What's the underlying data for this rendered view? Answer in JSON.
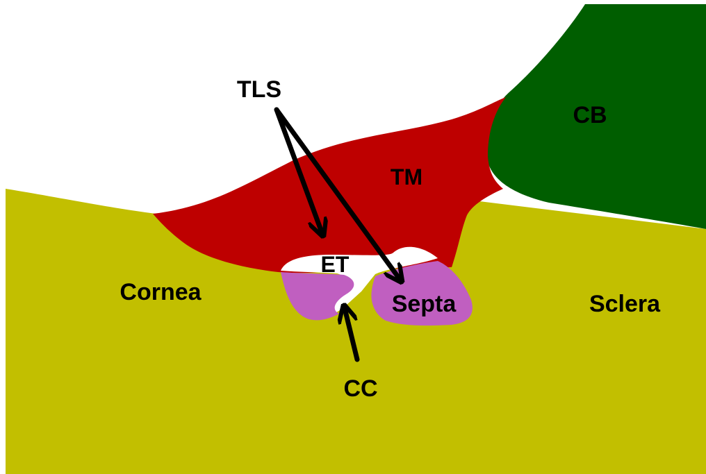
{
  "colors": {
    "background": "#ffffff",
    "sclera_cornea": "#c2bf00",
    "trabecular_meshwork": "#be0000",
    "ciliary_body": "#005e00",
    "septa": "#c05fc0",
    "lumen": "#ffffff",
    "arrow": "#000000"
  },
  "labels": {
    "tls": "TLS",
    "cb": "CB",
    "tm": "TM",
    "et": "ET",
    "cornea": "Cornea",
    "sclera": "Sclera",
    "septa": "Septa",
    "cc": "CC"
  }
}
